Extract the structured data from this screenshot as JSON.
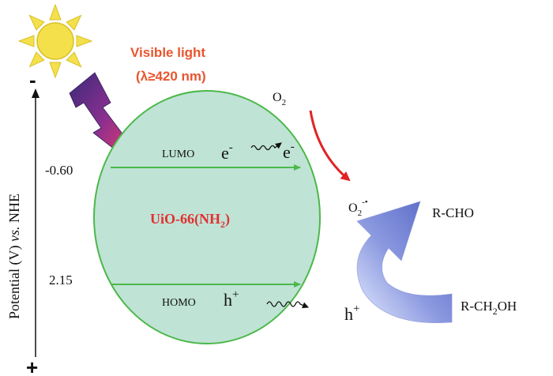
{
  "light": {
    "label": "Visible light",
    "wavelength": "(λ≥420 nm)",
    "color": "#e8552f"
  },
  "axis": {
    "label_prefix": "Potential (V) ",
    "label_italic": "vs.",
    "label_suffix": " NHE",
    "minus": "-",
    "plus": "+",
    "tick_top": "-0.60",
    "tick_bottom": "2.15"
  },
  "catalyst": {
    "name_main": "UiO-66(NH",
    "name_sub": "2",
    "name_end": ")",
    "fill": "#bfe3d5",
    "stroke": "#4cb84a",
    "name_color": "#e03131"
  },
  "bands": {
    "lumo": "LUMO",
    "homo": "HOMO"
  },
  "carriers": {
    "electron": "e",
    "electron_sup": "-",
    "hole": "h",
    "hole_sup": "+"
  },
  "species": {
    "oxygen": "O",
    "oxygen_sub": "2",
    "superoxide": "O",
    "superoxide_sub": "2",
    "superoxide_sup": "-•",
    "product": "R-CHO",
    "reactant_prefix": "R-CH",
    "reactant_sub": "2",
    "reactant_suffix": "OH"
  },
  "colors": {
    "sun": "#f4e04a",
    "sun_outline": "#d9c02a",
    "red_arrow": "#e02424",
    "blue_arrow": "#5b6bc4"
  }
}
